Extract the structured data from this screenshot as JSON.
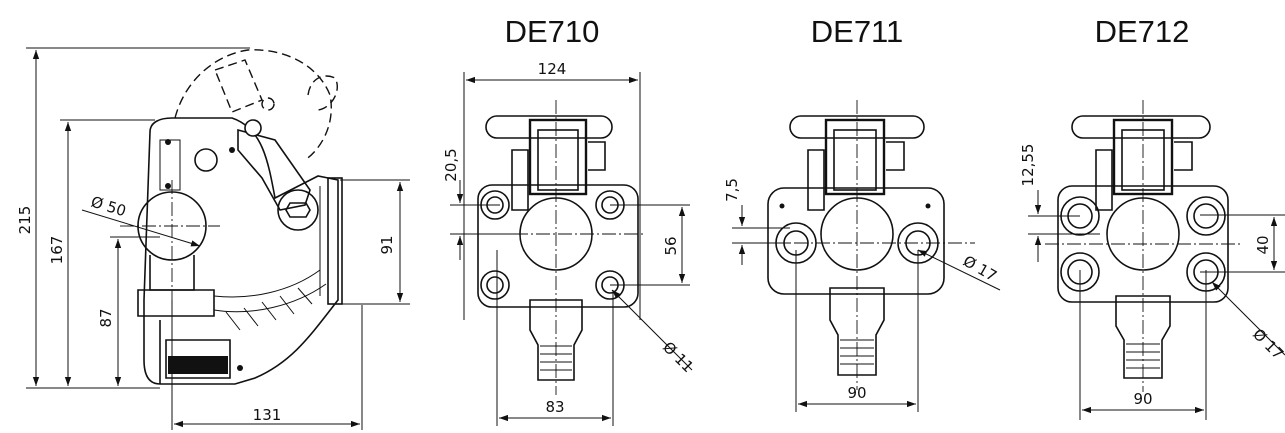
{
  "side_view": {
    "dim_total_height": "215",
    "dim_body_height": "167",
    "dim_ball_height": "87",
    "dim_flange_height": "91",
    "dim_ball_dia": "Ø 50",
    "dim_length": "131"
  },
  "views": [
    {
      "title": "DE710",
      "dim_top_width": "124",
      "dim_offset": "20,5",
      "dim_hole_spacing": "56",
      "dim_hole_dia": "Ø 11",
      "dim_bottom_width": "83"
    },
    {
      "title": "DE711",
      "dim_offset": "7,5",
      "dim_hole_dia": "Ø 17",
      "dim_bottom_width": "90"
    },
    {
      "title": "DE712",
      "dim_offset": "12,55",
      "dim_hole_spacing": "40",
      "dim_hole_dia": "Ø 17",
      "dim_bottom_width": "90"
    }
  ]
}
